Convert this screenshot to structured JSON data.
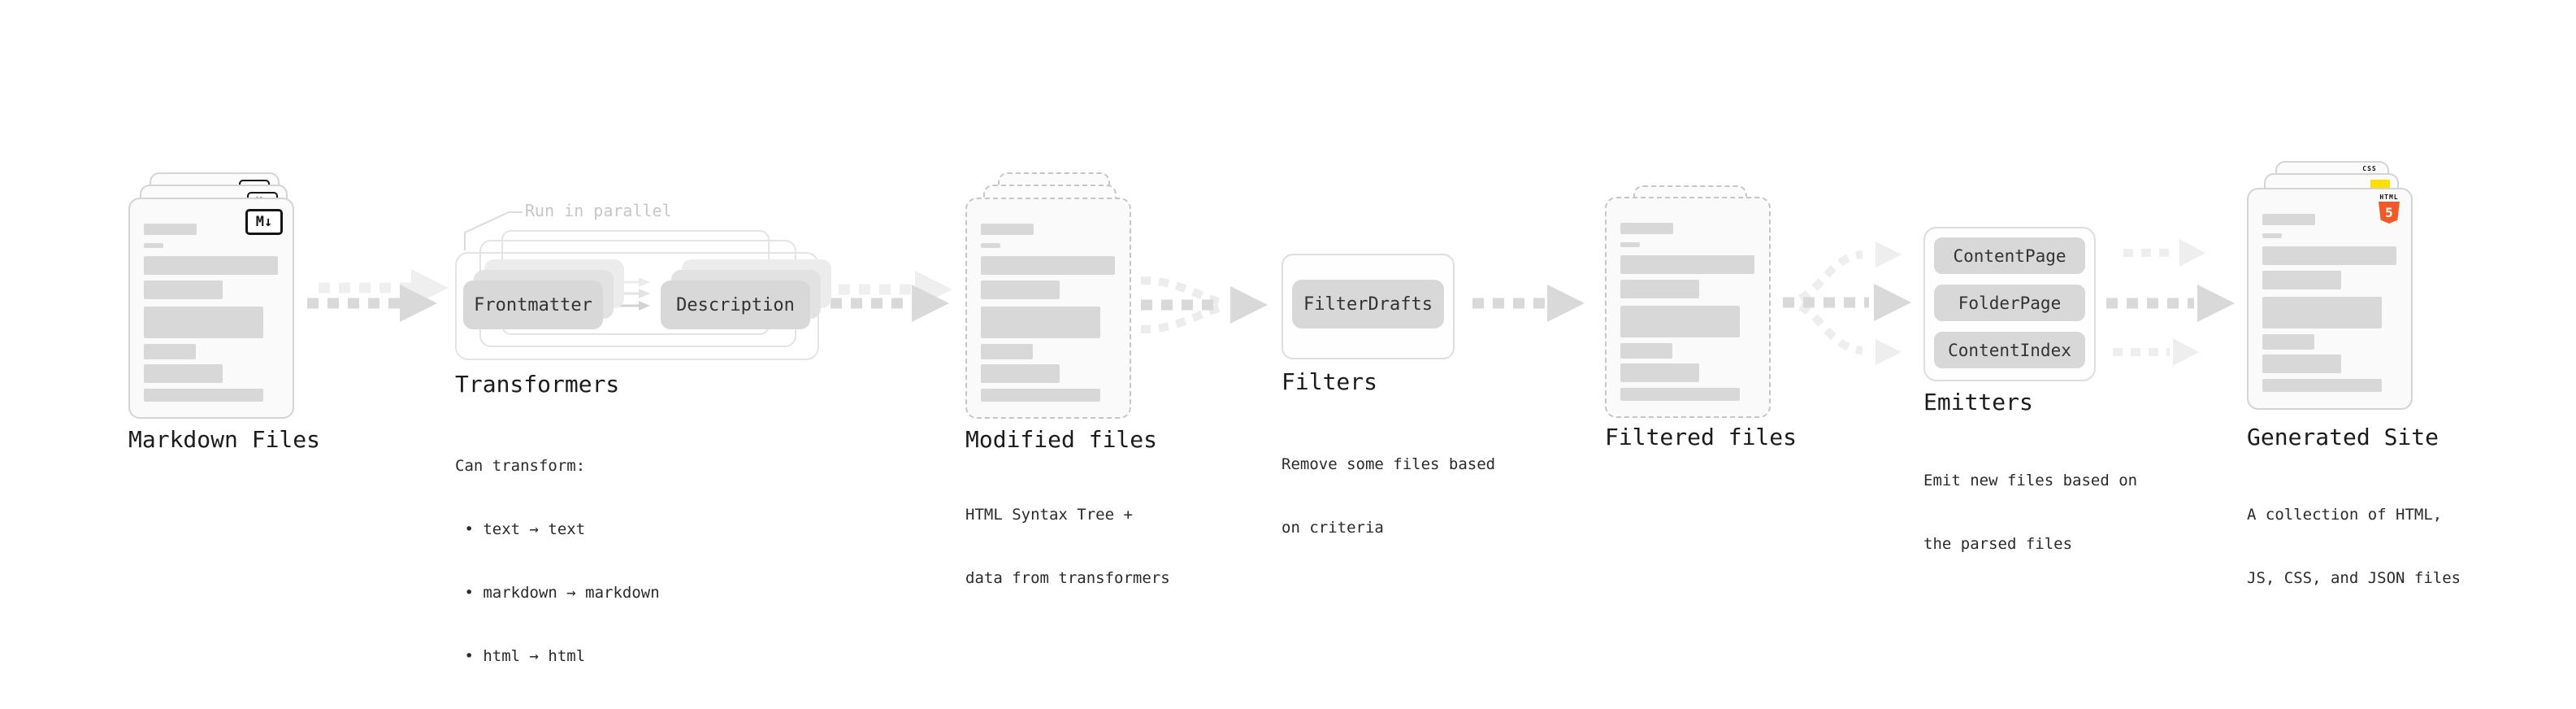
{
  "stages": {
    "markdown": {
      "title": "Markdown Files"
    },
    "transformers": {
      "title": "Transformers",
      "parallel_note": "Run in parallel",
      "pill_left": "Frontmatter",
      "pill_right": "Description",
      "desc": [
        "Can transform:",
        " • text → text",
        " • markdown → markdown",
        " • html → html"
      ]
    },
    "modified": {
      "title": "Modified files",
      "subtitle": [
        "HTML Syntax Tree +",
        "data from transformers"
      ]
    },
    "filters": {
      "title": "Filters",
      "pill": "FilterDrafts",
      "subtitle": [
        "Remove some files based",
        "on criteria"
      ]
    },
    "filtered": {
      "title": "Filtered files"
    },
    "emitters": {
      "title": "Emitters",
      "pills": [
        "ContentPage",
        "FolderPage",
        "ContentIndex"
      ],
      "subtitle": [
        "Emit new files based on",
        "the parsed files"
      ]
    },
    "site": {
      "title": "Generated Site",
      "subtitle": [
        "A collection of HTML,",
        "JS, CSS, and JSON files"
      ]
    }
  },
  "icons": {
    "markdown_label": "M↓",
    "html_label": "HTML",
    "html5_number": "5",
    "css_label": "CSS"
  },
  "colors": {
    "arrow": "#d9d9d9",
    "arrow_light": "#efefef",
    "bar": "#d8d8d8",
    "pill": "#d8d8d8",
    "html5_orange": "#f05a28",
    "js_yellow": "#ffdf00",
    "css_blue": "#2f6bf2"
  }
}
